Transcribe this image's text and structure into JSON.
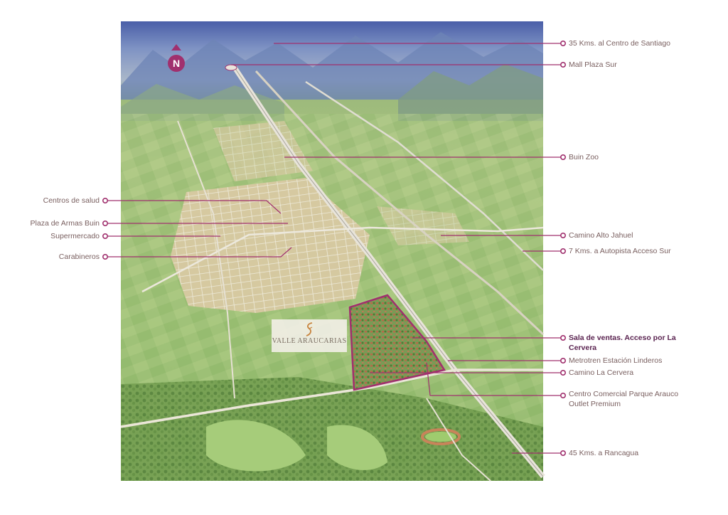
{
  "map": {
    "project_logo": {
      "text": "VALLE ARAUCARIAS"
    },
    "north_indicator": {
      "letter": "N"
    },
    "colors": {
      "leader_line": "#a0306e",
      "label_text": "#7a6060",
      "highlight_label": "#5a2350",
      "project_boundary": "#a0306e"
    },
    "right_labels": [
      "35 Kms. al Centro de Santiago",
      "Mall Plaza Sur",
      "Buin Zoo",
      "Camino Alto Jahuel",
      "7 Kms. a Autopista Acceso Sur",
      "Sala de ventas. Acceso por La Cervera",
      "Metrotren Estación Linderos",
      "Camino La Cervera",
      "Centro Comercial Parque Arauco Outlet Premium",
      "45 Kms. a Rancagua"
    ],
    "left_labels": [
      "Centros de salud",
      "Plaza de Armas Buin",
      "Supermercado",
      "Carabineros"
    ]
  }
}
